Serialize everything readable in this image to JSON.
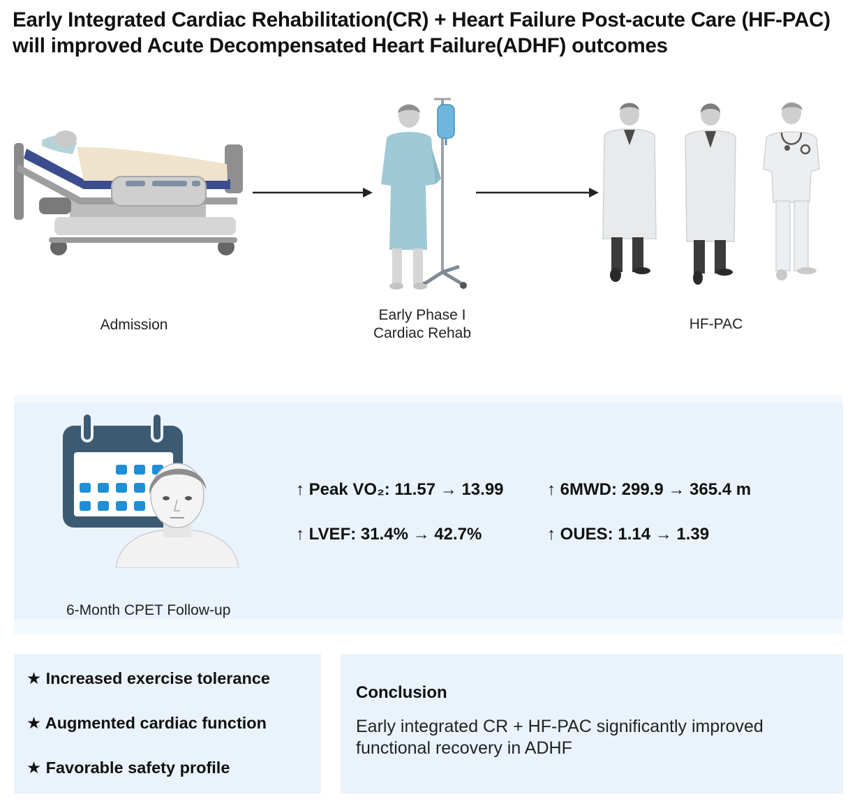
{
  "title": "Early Integrated Cardiac Rehabilitation(CR) + Heart Failure Post-acute Care (HF-PAC) will improved Acute Decompensated Heart Failure(ADHF) outcomes",
  "stages": [
    {
      "label": "Admission"
    },
    {
      "label": "Early Phase I\nCardiac Rehab"
    },
    {
      "label": "HF-PAC"
    }
  ],
  "follow_up": {
    "caption": "6-Month CPET Follow-up",
    "metrics": [
      {
        "text": "↑ Peak VO₂: 11.57 → 13.99"
      },
      {
        "text": "↑ 6MWD: 299.9 → 365.4 m"
      },
      {
        "text": "↑ LVEF: 31.4% → 42.7%"
      },
      {
        "text": "↑ OUES: 1.14 → 1.39"
      }
    ]
  },
  "benefits": [
    "★ Increased exercise tolerance",
    "★ Augmented cardiac function",
    "★ Favorable safety profile"
  ],
  "conclusion": {
    "title": "Conclusion",
    "text": "Early integrated CR + HF-PAC significantly improved functional recovery in ADHF"
  },
  "colors": {
    "band": "#eaf3fb",
    "calendar": "#3d5a73",
    "calendar_cells": "#1e8fd6",
    "gown": "#9fc9d6",
    "coat": "#e8eaec",
    "arrow": "#222222"
  }
}
